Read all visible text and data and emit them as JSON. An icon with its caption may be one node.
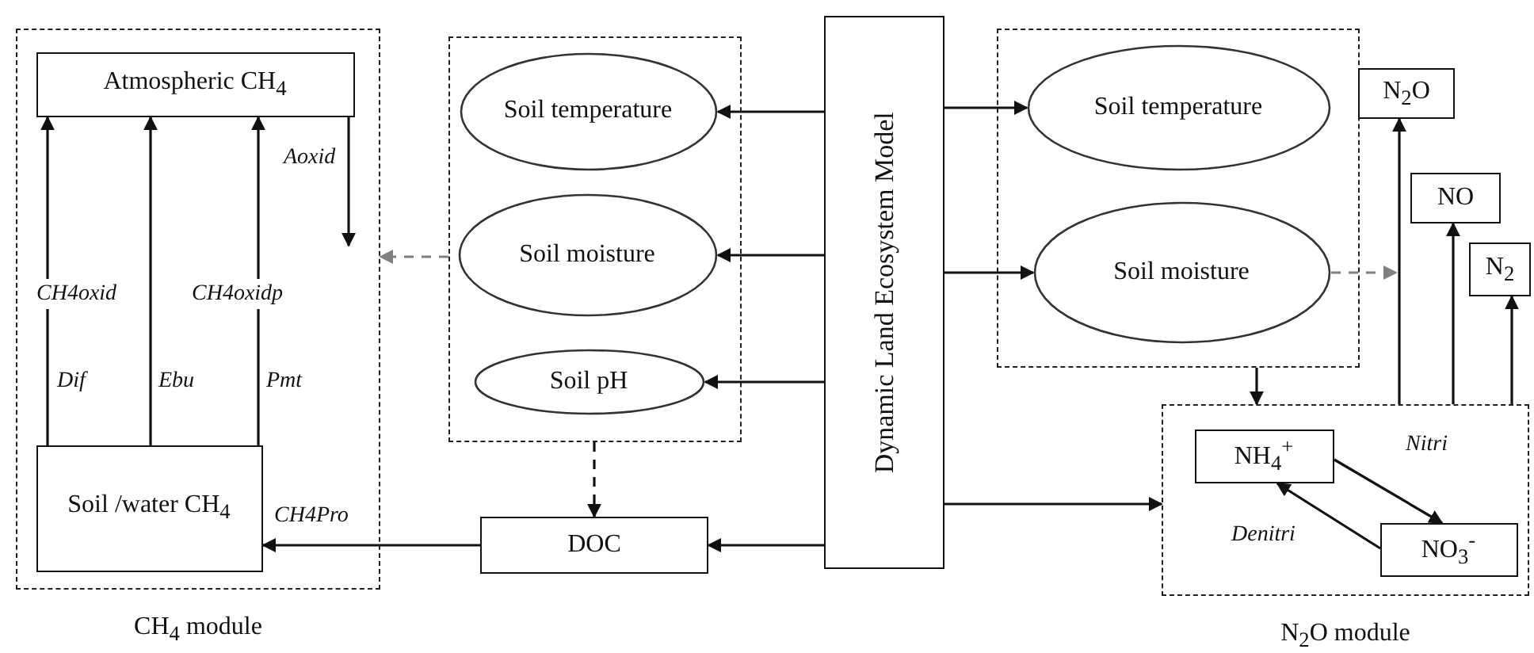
{
  "diagram": {
    "nodes": [
      {
        "text": [
          "CH$_{4}$ module"
        ]
      },
      {
        "text": [
          "Atmospheric CH$_{4}$"
        ],
        "in": 0
      },
      {
        "text": [
          "Soil /water CH$_{4}$"
        ],
        "in": 0
      },
      {
        "text": [],
        "shape": "box"
      },
      {
        "text": [
          "Soil temperature"
        ],
        "in": 3
      },
      {
        "text": [
          "Soil moisture"
        ],
        "in": 3
      },
      {
        "text": [
          "Soil pH"
        ],
        "in": 3
      },
      {
        "text": [
          "DOC"
        ]
      },
      {
        "text": [
          "Dynamic Land Ecosystem Model"
        ]
      },
      {
        "text": [],
        "shape": "box"
      },
      {
        "text": [
          "Soil temperature"
        ],
        "in": 9
      },
      {
        "text": [
          "Soil moisture"
        ],
        "in": 9
      },
      {
        "text": [
          "N$_{2}$O"
        ]
      },
      {
        "text": [
          "NO"
        ]
      },
      {
        "text": [
          "N$_{2}$"
        ]
      },
      {
        "text": [
          "N$_{2}$O module"
        ]
      },
      {
        "text": [
          "NH$_{4}$$^{+}$"
        ],
        "in": 15
      },
      {
        "text": [
          "NO$_{3}$$^{-}$"
        ],
        "in": 15
      }
    ],
    "edges": [
      {
        "from": 8,
        "to": 4,
        "arrow": "to"
      },
      {
        "from": 8,
        "to": 5,
        "arrow": "to"
      },
      {
        "from": 8,
        "to": 6,
        "arrow": "to"
      },
      {
        "from": 8,
        "to": 7,
        "arrow": "to"
      },
      {
        "from": 8,
        "to": 10,
        "arrow": "to"
      },
      {
        "from": 8,
        "to": 11,
        "arrow": "to"
      },
      {
        "from": 8,
        "to": 15,
        "arrow": "to"
      },
      {
        "from": 7,
        "to": 2,
        "arrow": "to",
        "label": "CH4Pro"
      },
      {
        "from": 3,
        "to": 0,
        "arrow": "to",
        "style": "dashed",
        "color": "#808080"
      },
      {
        "from": 3,
        "to": 7,
        "arrow": "to",
        "style": "dashed"
      },
      {
        "from": 9,
        "to": 15,
        "arrow": "to"
      },
      {
        "from": 11,
        "to": null,
        "arrow": "to",
        "style": "dashed",
        "color": "#808080"
      },
      {
        "from": 15,
        "to": 12,
        "arrow": "to"
      },
      {
        "from": 15,
        "to": 13,
        "arrow": "to"
      },
      {
        "from": 15,
        "to": 14,
        "arrow": "to"
      },
      {
        "from": 16,
        "to": 17,
        "arrow": "to",
        "label": "Nitri"
      },
      {
        "from": 17,
        "to": 16,
        "arrow": "to",
        "label": "Denitri"
      },
      {
        "from": 2,
        "to": 1,
        "arrow": "to",
        "label": "Dif"
      },
      {
        "from": 2,
        "to": 1,
        "arrow": "to",
        "label": "Ebu"
      },
      {
        "from": 2,
        "to": 1,
        "arrow": "to",
        "label": "Pmt"
      },
      {
        "from": 1,
        "to": null,
        "arrow": "to",
        "label": "Aoxid"
      }
    ],
    "labels": [
      "CH4oxid",
      "CH4oxidp"
    ]
  }
}
